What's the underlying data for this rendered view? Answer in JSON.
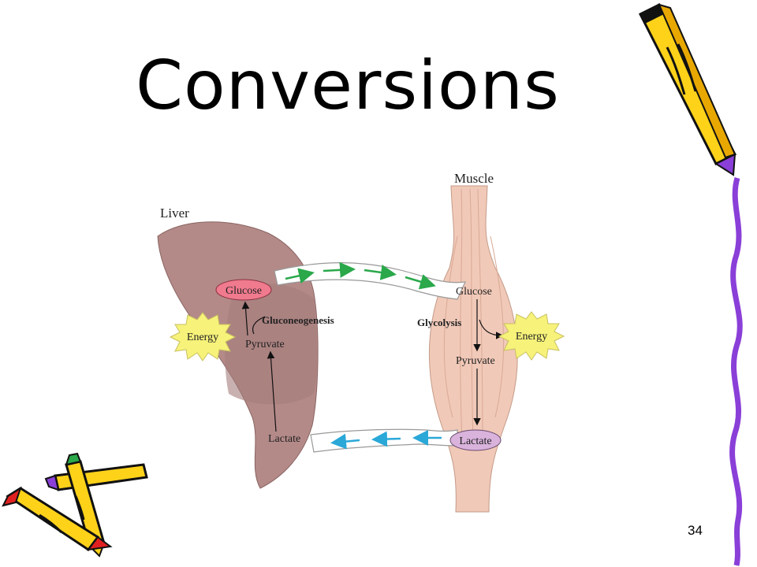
{
  "slide": {
    "title": "Conversions",
    "number": "34"
  },
  "diagram": {
    "liver_label": "Liver",
    "muscle_label": "Muscle",
    "liver_glucose": "Glucose",
    "liver_pyruvate": "Pyruvate",
    "liver_lactate": "Lactate",
    "liver_energy": "Energy",
    "gluconeogenesis": "Gluconeogenesis",
    "muscle_glucose": "Glucose",
    "muscle_pyruvate": "Pyruvate",
    "muscle_lactate": "Lactate",
    "muscle_energy": "Energy",
    "glycolysis": "Glycolysis"
  },
  "colors": {
    "liver": "#b38a88",
    "muscle": "#f1c9b8",
    "glucose_ellipse": "#f07a8e",
    "lactate_ellipse": "#d9b3dc",
    "energy_burst": "#f6f27a",
    "green_arrow": "#2aa84a",
    "blue_arrow": "#2aa8d8",
    "pencil_yellow": "#ffd21a",
    "pencil_purple": "#8a3fd8"
  },
  "icons": [
    "pencil-icon",
    "crayons-icon",
    "squiggle-border"
  ]
}
